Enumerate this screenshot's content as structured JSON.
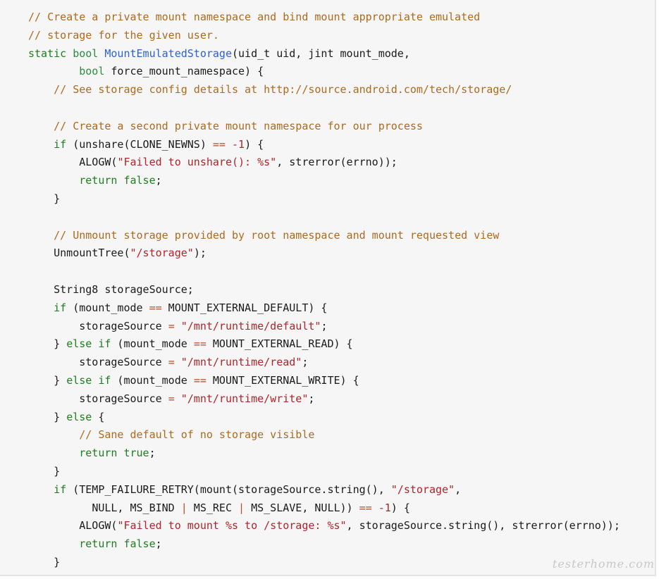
{
  "watermark": "testerhome.com",
  "code": {
    "l01": "// Create a private mount namespace and bind mount appropriate emulated",
    "l02": "// storage for the given user.",
    "l03_kw": "static",
    "l03_type": "bool",
    "l03_func": "MountEmulatedStorage",
    "l03_rest": "(uid_t uid, jint mount_mode,",
    "l04_type": "bool",
    "l04_rest": " force_mount_namespace) {",
    "l05": "// See storage config details at http://source.android.com/tech/storage/",
    "l07": "// Create a second private mount namespace for our process",
    "l08_kw": "if",
    "l08_a": " (unshare(CLONE_NEWNS) ",
    "l08_op": "==",
    "l08_num": "-1",
    "l08_b": ") {",
    "l09_a": "ALOGW(",
    "l09_str": "\"Failed to unshare(): %s\"",
    "l09_b": ", strerror(errno));",
    "l10_kw": "return",
    "l10_val": "false",
    "l10_end": ";",
    "l11": "}",
    "l13": "// Unmount storage provided by root namespace and mount requested view",
    "l14_a": "UnmountTree(",
    "l14_str": "\"/storage\"",
    "l14_b": ");",
    "l16": "String8 storageSource;",
    "l17_kw": "if",
    "l17_a": " (mount_mode ",
    "l17_op": "==",
    "l17_b": " MOUNT_EXTERNAL_DEFAULT) {",
    "l18_a": "storageSource ",
    "l18_op": "=",
    "l18_str": "\"/mnt/runtime/default\"",
    "l18_b": ";",
    "l19_a": "} ",
    "l19_kw1": "else",
    "l19_kw2": "if",
    "l19_b": " (mount_mode ",
    "l19_op": "==",
    "l19_c": " MOUNT_EXTERNAL_READ) {",
    "l20_a": "storageSource ",
    "l20_op": "=",
    "l20_str": "\"/mnt/runtime/read\"",
    "l20_b": ";",
    "l21_a": "} ",
    "l21_kw1": "else",
    "l21_kw2": "if",
    "l21_b": " (mount_mode ",
    "l21_op": "==",
    "l21_c": " MOUNT_EXTERNAL_WRITE) {",
    "l22_a": "storageSource ",
    "l22_op": "=",
    "l22_str": "\"/mnt/runtime/write\"",
    "l22_b": ";",
    "l23_a": "} ",
    "l23_kw": "else",
    "l23_b": " {",
    "l24": "// Sane default of no storage visible",
    "l25_kw": "return",
    "l25_val": "true",
    "l25_end": ";",
    "l26": "}",
    "l27_kw": "if",
    "l27_a": " (TEMP_FAILURE_RETRY(mount(storageSource.string(), ",
    "l27_str": "\"/storage\"",
    "l27_b": ",",
    "l28_a": "NULL, MS_BIND ",
    "l28_op1": "|",
    "l28_b": " MS_REC ",
    "l28_op2": "|",
    "l28_c": " MS_SLAVE, NULL)) ",
    "l28_op3": "==",
    "l28_num": "-1",
    "l28_d": ") {",
    "l29_a": "ALOGW(",
    "l29_str": "\"Failed to mount %s to /storage: %s\"",
    "l29_b": ", storageSource.string(), strerror(errno));",
    "l30_kw": "return",
    "l30_val": "false",
    "l30_end": ";",
    "l31": "}"
  },
  "colors": {
    "comment": "#ad6a1e",
    "keyword": "#1f7d1f",
    "function": "#2c60d8",
    "string": "#b0242a",
    "background": "#f6f6f6"
  }
}
